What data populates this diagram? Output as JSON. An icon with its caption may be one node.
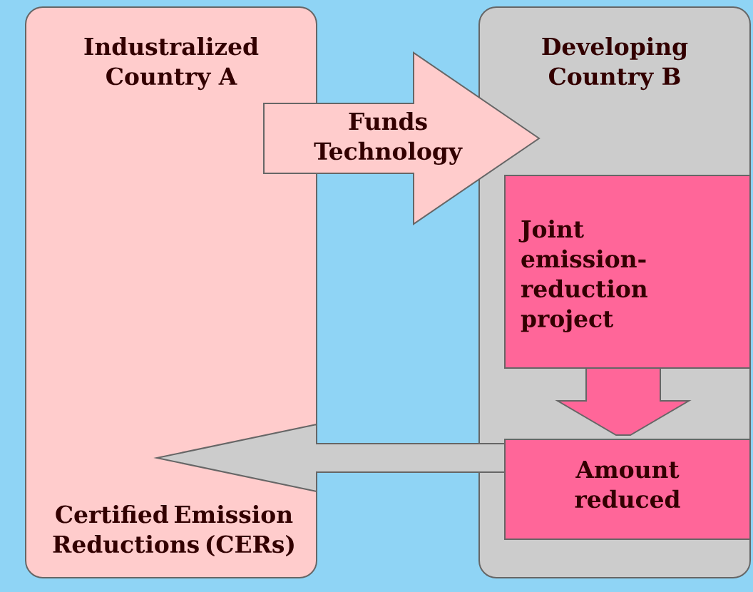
{
  "diagram": {
    "nodes": [
      {
        "text": [
          "Industralized Country A"
        ]
      },
      {
        "text": [
          "Developing Country B"
        ]
      },
      {
        "text": [
          "Joint emission-reduction project"
        ],
        "in": 1
      },
      {
        "text": [
          "Amount reduced"
        ],
        "in": 1
      }
    ],
    "edges": [
      {
        "from": 0,
        "to": 1,
        "arrow": "to",
        "label": "Funds Technology",
        "color": "#ffcccc"
      },
      {
        "from": 2,
        "to": 3,
        "arrow": "to",
        "color": "#ff6699"
      },
      {
        "from": 3,
        "to": 0,
        "arrow": "to",
        "label": "Certified Emission Reductions (CERs)",
        "color": "#cccccc"
      }
    ]
  }
}
